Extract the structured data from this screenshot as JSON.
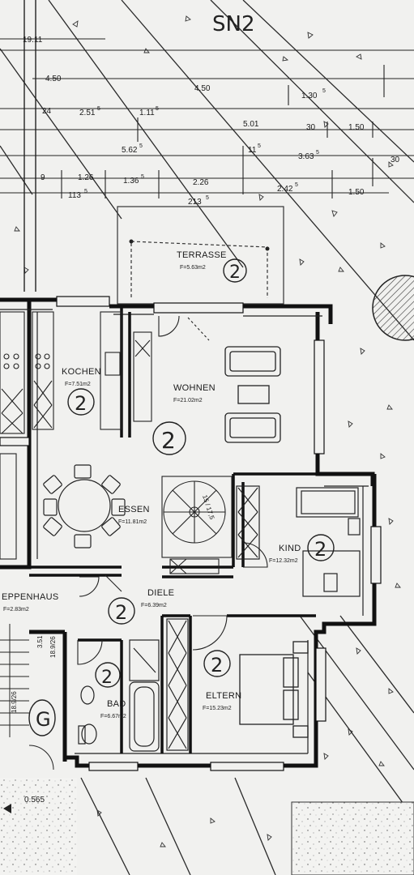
{
  "handwritten_header": "SN2",
  "dimensions": {
    "d1": "19.11",
    "d2": "4.50",
    "d3": "4.50",
    "d4": "1.30",
    "d4_sup": "5",
    "d5": "24",
    "d6": "2.51",
    "d6_sup": "5",
    "d7": "1.11",
    "d7_sup": "5",
    "d8": "5.01",
    "d9": "30",
    "d10": "1.50",
    "d11": "5.62",
    "d11_sup": "5",
    "d12": "11",
    "d12_sup": "5",
    "d13": "3.63",
    "d13_sup": "5",
    "d14": "30",
    "d15": "9",
    "d16": "1.26",
    "d17": "1.36",
    "d17_sup": "5",
    "d18": "2.26",
    "d19": "2.42",
    "d19_sup": "5",
    "d20": "1.50",
    "d21": "113",
    "d21_sup": "5",
    "d22": "213",
    "d22_sup": "5",
    "d23": "0.565",
    "d24": "3.51",
    "d25": "18.9/26",
    "d26": "18.9/26"
  },
  "rooms": {
    "terrasse": {
      "name": "TERRASSE",
      "area": "F=5.63m2",
      "mark": "2"
    },
    "kochen": {
      "name": "KOCHEN",
      "area": "F=7.51m2",
      "mark": "2"
    },
    "wohnen": {
      "name": "WOHNEN",
      "area": "F=21.02m2",
      "mark": "2"
    },
    "essen": {
      "name": "ESSEN",
      "area": "F=11.81m2"
    },
    "kind": {
      "name": "KIND",
      "area": "F=12.32m2",
      "mark": "2"
    },
    "diele": {
      "name": "DIELE",
      "area": "F=6.39m2",
      "mark": "2"
    },
    "treppenhaus": {
      "name": "EPPENHAUS",
      "area": "F=2.83m2",
      "mark": "G"
    },
    "bad": {
      "name": "BAD",
      "area": "F=6.67m2",
      "mark": "2"
    },
    "eltern": {
      "name": "ELTERN",
      "area": "F=15.23m2",
      "mark": "2"
    }
  },
  "stair_label": "15 / 17,5"
}
